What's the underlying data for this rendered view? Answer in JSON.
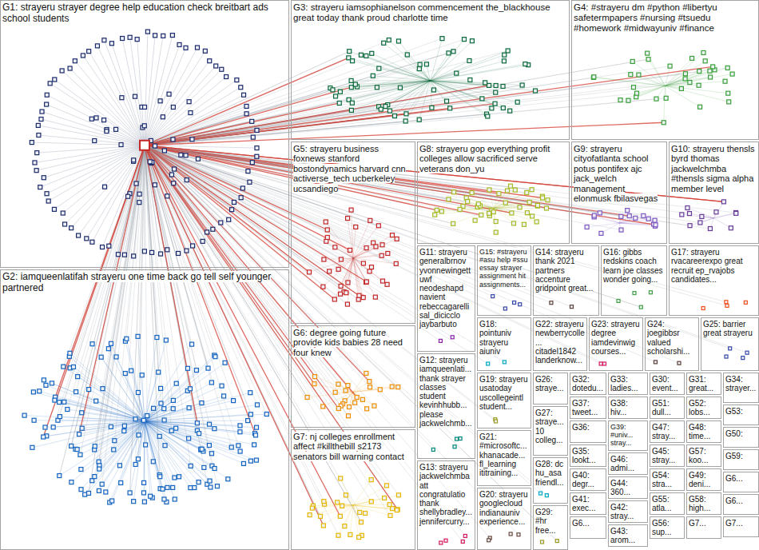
{
  "diagram": {
    "nodes": [
      {
        "text": [
          "G1: strayeru strayer degree help education check breitbart ads school students"
        ]
      },
      {
        "text": [
          "G2: iamqueenlatifah strayeru one time back go tell self younger partnered"
        ]
      },
      {
        "text": [
          "G3: strayeru iamsophianelson commencement the_blackhouse great today thank proud charlotte time"
        ]
      },
      {
        "text": [
          "G4: #strayeru dm #python #libertyu safetermpapers #nursing #tsuedu #homework #midwayuniv #finance"
        ]
      },
      {
        "text": [
          "G5: strayeru business foxnews stanford bostondynamics harvard cnn activerse_tech ucberkeley ucsandiego"
        ]
      },
      {
        "text": [
          "G6: degree going future provide kids babies 28 need four knew"
        ]
      },
      {
        "text": [
          "G7: nj colleges enrollment affect #killthebill s2173 senators bill warning contact"
        ]
      },
      {
        "text": [
          "G8: strayeru gop everything profit colleges allow sacrificed serve veterans don_yu"
        ]
      },
      {
        "text": [
          "G9: strayeru cityofatlanta school potus pontifex ajc jack_welch management elonmusk fbilasvegas"
        ]
      },
      {
        "text": [
          "G10: strayeru thensls byrd thomas jackwelchmba #thensls sigma alpha member level"
        ]
      },
      {
        "text": [
          "G11: strayeru generalbrnov yvonnewingett uwf neodeshapd navient rebeccagarelli sal_dicicclo jaybarbuto"
        ]
      },
      {
        "text": [
          "G12: strayeru iamqueenlati... thank strayer classes student kevinhhubb... please jackwelchmb..."
        ]
      },
      {
        "text": [
          "G13: strayeru jackwelchmba att congratulatio thank shellybradley... jennifercurry..."
        ]
      },
      {
        "text": [
          "G14: strayeru thank 2021 partners accenture gridpoint great..."
        ]
      },
      {
        "text": [
          "G15: #strayeru #asu help #ssu essay strayer assignment hit assignments..."
        ]
      },
      {
        "text": [
          "G16: gibbs redskins coach learn joe classes wonder going..."
        ]
      },
      {
        "text": [
          "G17: strayeru rvacareerexpo great recruit ep_rvajobs candidates..."
        ]
      },
      {
        "text": [
          "G18: pointuniv strayeru aiuniv"
        ]
      },
      {
        "text": [
          "G19: strayeru usatoday uscollegeintl student..."
        ]
      },
      {
        "text": [
          "G20: strayeru googlecloud indianauniv experience..."
        ]
      },
      {
        "text": [
          "G21: #microsoftc... khanacade... fl_learning ititraining..."
        ]
      },
      {
        "text": [
          "G22: strayeru newberrycolle... citadel1842 landerknow..."
        ]
      },
      {
        "text": [
          "G23: strayeru degree iamdevinwig courses..."
        ]
      },
      {
        "text": [
          "G24: joegibbsr valued scholarshi..."
        ]
      },
      {
        "text": [
          "G25: barrier great strayeru"
        ]
      },
      {
        "text": [
          "G26: straye..."
        ]
      },
      {
        "text": [
          "G27: straye... 10 colleg..."
        ]
      },
      {
        "text": [
          "G28: dc hu_asa friendl..."
        ]
      },
      {
        "text": [
          "G29: #hr free..."
        ]
      },
      {
        "text": [
          "G30: event..."
        ]
      },
      {
        "text": [
          "G31: great..."
        ]
      },
      {
        "text": [
          "G32: dotedu..."
        ]
      },
      {
        "text": [
          "G33: ladies..."
        ]
      },
      {
        "text": [
          "G34: strayer..."
        ]
      },
      {
        "text": [
          "G35: lookt..."
        ]
      },
      {
        "text": [
          "G36:"
        ]
      },
      {
        "text": [
          "G37: tweet..."
        ]
      },
      {
        "text": [
          "G38: hiv..."
        ]
      },
      {
        "text": [
          "G39: #univ... stray..."
        ]
      },
      {
        "text": [
          "G40: degr..."
        ]
      },
      {
        "text": [
          "G41: exec..."
        ]
      },
      {
        "text": [
          "G42: stray..."
        ]
      },
      {
        "text": [
          "G43: arom..."
        ]
      },
      {
        "text": [
          "G44: 360..."
        ]
      },
      {
        "text": [
          "G45: stray..."
        ]
      },
      {
        "text": [
          "G46: admi..."
        ]
      },
      {
        "text": [
          "G47: stray..."
        ]
      },
      {
        "text": [
          "G48: time..."
        ]
      },
      {
        "text": [
          "G49: deni..."
        ]
      },
      {
        "text": [
          "G50:"
        ]
      },
      {
        "text": [
          "G51: dull..."
        ]
      },
      {
        "text": [
          "G52: lobs..."
        ]
      },
      {
        "text": [
          "G53:"
        ]
      },
      {
        "text": [
          "G54: stra..."
        ]
      },
      {
        "text": [
          "G55: atla..."
        ]
      },
      {
        "text": [
          "G56: sup..."
        ]
      },
      {
        "text": [
          "G57: koo..."
        ]
      },
      {
        "text": [
          "G58: high..."
        ]
      },
      {
        "text": [
          "G59:"
        ]
      },
      {
        "text": [
          "G6..."
        ]
      },
      {
        "text": [
          "G6..."
        ]
      },
      {
        "text": [
          "G7..."
        ]
      },
      {
        "text": [
          "G7..."
        ]
      },
      {
        "text": [
          "G6..."
        ]
      }
    ]
  }
}
